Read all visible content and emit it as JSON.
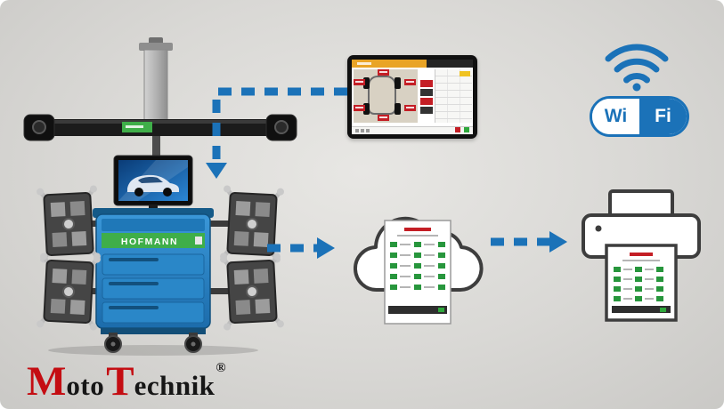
{
  "colors": {
    "accent_blue": "#1b72b8",
    "machine_blue": "#2a87c8",
    "brand_green": "#3fae49",
    "alert_red": "#c41e25",
    "ok_green": "#2fa83c",
    "logo_red": "#c40d12",
    "outline_gray": "#3d3d3d",
    "canvas_gray": "#d7d6d3"
  },
  "machine": {
    "brand_label": "HOFMANN"
  },
  "wifi": {
    "wi": "Wi",
    "fi": "Fi"
  },
  "logo": {
    "m": "M",
    "oto": "oto",
    "t": "T",
    "echnik": "echnik",
    "reg": "®"
  }
}
